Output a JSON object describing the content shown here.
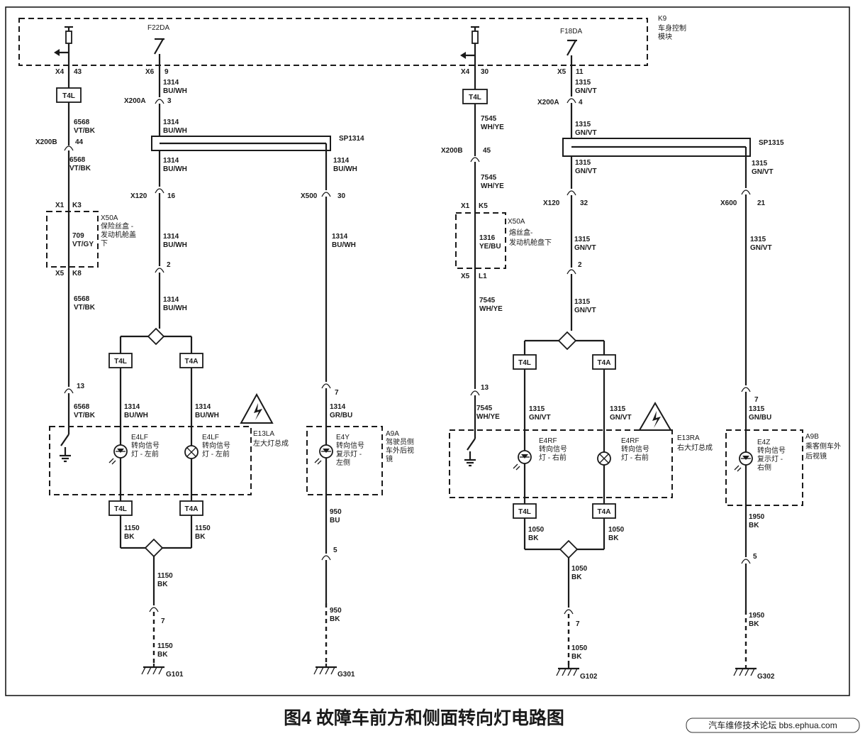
{
  "top": {
    "module_id": "K9",
    "module_name_1": "车身控制",
    "module_name_2": "模块",
    "fuse_left": "F22DA",
    "fuse_right": "F18DA"
  },
  "c1": {
    "conn_top": "X4",
    "pin_top": "43",
    "tl": "T4L",
    "w1a": "6568",
    "w1b": "VT/BK",
    "conn_b": "X200B",
    "pin_b": "44",
    "w2a": "6568",
    "w2b": "VT/BK",
    "x1": "X1",
    "k": "K3",
    "fuse_box_id": "X50A",
    "fuse_box_1": "保险丝盒 -",
    "fuse_box_2": "发动机舱盖",
    "fuse_box_3": "下",
    "w3a": "709",
    "w3b": "VT/GY",
    "x5": "X5",
    "k8": "K8",
    "w4a": "6568",
    "w4b": "VT/BK",
    "pin13": "13",
    "w5a": "6568",
    "w5b": "VT/BK"
  },
  "c2": {
    "conn_top": "X6",
    "pin_top": "9",
    "w1a": "1314",
    "w1b": "BU/WH",
    "conn": "X200A",
    "pin": "3",
    "w2a": "1314",
    "w2b": "BU/WH",
    "splice": "SP1314",
    "w3a": "1314",
    "w3b": "BU/WH",
    "conn_x120": "X120",
    "pin16": "16",
    "w4a": "1314",
    "w4b": "BU/WH",
    "pin2": "2",
    "w5a": "1314",
    "w5b": "BU/WH",
    "t4l": "T4L",
    "t4a": "T4A",
    "wl_a": "1314",
    "wl_b": "BU/WH",
    "wr_a": "1314",
    "wr_b": "BU/WH",
    "lamp_l_id": "E4LF",
    "lamp_l_1": "转向信号",
    "lamp_l_2": "灯 - 左前",
    "lamp_r_id": "E4LF",
    "lamp_r_1": "转向信号",
    "lamp_r_2": "灯 - 左前",
    "assy_id": "E13LA",
    "assy_name": "左大灯总成",
    "t4l_b": "T4L",
    "t4a_b": "T4A",
    "gl_a": "1150",
    "gl_b": "BK",
    "gr_a": "1150",
    "gr_b": "BK",
    "g_a": "1150",
    "g_b": "BK",
    "pin7": "7",
    "g2_a": "1150",
    "g2_b": "BK",
    "ground": "G101"
  },
  "c3": {
    "w1a": "1314",
    "w1b": "BU/WH",
    "conn": "X500",
    "pin": "30",
    "w2a": "1314",
    "w2b": "BU/WH",
    "pin7": "7",
    "w3a": "1314",
    "w3b": "GR/BU",
    "lamp_id": "E4Y",
    "lamp_1": "转向信号",
    "lamp_2": "复示灯 -",
    "lamp_3": "左侧",
    "mirror_id": "A9A",
    "mirror_1": "驾驶员侧",
    "mirror_2": "车外后视",
    "mirror_3": "镜",
    "w4a": "950",
    "w4b": "BU",
    "pin5": "5",
    "w5a": "950",
    "w5b": "BK",
    "ground": "G301"
  },
  "c4": {
    "conn_top": "X4",
    "pin_top": "30",
    "tl": "T4L",
    "w1a": "7545",
    "w1b": "WH/YE",
    "conn_b": "X200B",
    "pin_b": "45",
    "w2a": "7545",
    "w2b": "WH/YE",
    "x1": "X1",
    "k": "K5",
    "fuse_box_id": "X50A",
    "fuse_box_1": "熔丝盒-",
    "fuse_box_2": "发动机舱盘下",
    "w3a": "1316",
    "w3b": "YE/BU",
    "x5": "X5",
    "l1": "L1",
    "w4a": "7545",
    "w4b": "WH/YE",
    "pin13": "13",
    "w5a": "7545",
    "w5b": "WH/YE"
  },
  "c5": {
    "conn_top": "X5",
    "pin_top": "11",
    "w1a": "1315",
    "w1b": "GN/VT",
    "conn": "X200A",
    "pin": "4",
    "w2a": "1315",
    "w2b": "GN/VT",
    "splice": "SP1315",
    "w3a": "1315",
    "w3b": "GN/VT",
    "conn_x120": "X120",
    "pin32": "32",
    "w4a": "1315",
    "w4b": "GN/VT",
    "pin2": "2",
    "w5a": "1315",
    "w5b": "GN/VT",
    "t4l": "T4L",
    "t4a": "T4A",
    "wl_a": "1315",
    "wl_b": "GN/VT",
    "wr_a": "1315",
    "wr_b": "GN/VT",
    "lamp_l_id": "E4RF",
    "lamp_l_1": "转向信号",
    "lamp_l_2": "灯 - 右前",
    "lamp_r_id": "E4RF",
    "lamp_r_1": "转向信号",
    "lamp_r_2": "灯 - 右前",
    "assy_id": "E13RA",
    "assy_name": "右大灯总成",
    "t4l_b": "T4L",
    "t4a_b": "T4A",
    "gl_a": "1050",
    "gl_b": "BK",
    "gr_a": "1050",
    "gr_b": "BK",
    "g_a": "1050",
    "g_b": "BK",
    "pin7": "7",
    "g2_a": "1050",
    "g2_b": "BK",
    "ground": "G102"
  },
  "c6": {
    "w1a": "1315",
    "w1b": "GN/VT",
    "conn": "X600",
    "pin": "21",
    "w2a": "1315",
    "w2b": "GN/VT",
    "pin7": "7",
    "w3a": "1315",
    "w3b": "GN/BU",
    "lamp_id": "E4Z",
    "lamp_1": "转向信号",
    "lamp_2": "复示灯 -",
    "lamp_3": "右侧",
    "mirror_id": "A9B",
    "mirror_1": "乘客侧车外",
    "mirror_2": "后视镜",
    "w4a": "1950",
    "w4b": "BK",
    "pin5": "5",
    "w5a": "1950",
    "w5b": "BK",
    "ground": "G302"
  },
  "caption": "图4 故障车前方和侧面转向灯电路图",
  "watermark": "汽车维修技术论坛 bbs.ephua.com",
  "colors": {
    "ink": "#1a1a1a",
    "paper": "#ffffff"
  }
}
